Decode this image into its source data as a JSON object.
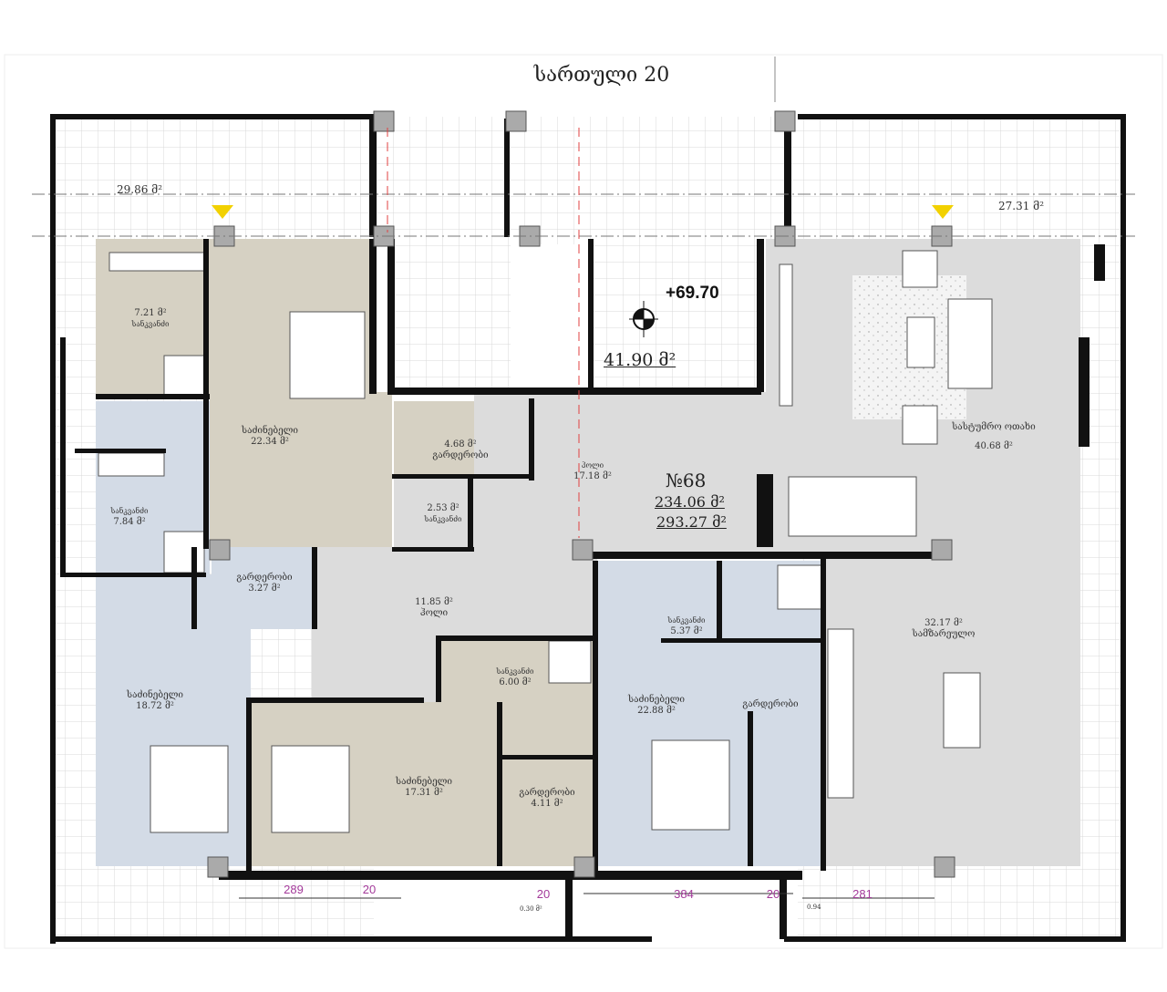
{
  "title": "სართული 20",
  "unit": "მ²",
  "apartment": {
    "number": "№68",
    "area_net": "234.06 მ²",
    "area_total": "293.27 მ²"
  },
  "void": {
    "elevation": "+69.70",
    "area": "41.90 მ²"
  },
  "terraces": {
    "left": "29.86 მ²",
    "right": "27.31 მ²"
  },
  "rooms": [
    {
      "name": "სანკვანძი",
      "area": "7.21 მ²"
    },
    {
      "name": "საძინებელი",
      "area": "22.34 მ²"
    },
    {
      "name": "გარდერობი",
      "area": "4.68 მ²"
    },
    {
      "name": "სანკვანძი",
      "area": "2.53 მ²"
    },
    {
      "name": "სანკვანძი",
      "area": "7.84 მ²"
    },
    {
      "name": "გარდერობი",
      "area": "3.27 მ²"
    },
    {
      "name": "ჰოლი",
      "area": "11.85 მ²"
    },
    {
      "name": "ჰოლი",
      "area": "17.18 მ²"
    },
    {
      "name": "სასტუმრო ოთახი",
      "area": "40.68 მ²"
    },
    {
      "name": "სანკვანძი",
      "area": "5.37 მ²"
    },
    {
      "name": "სამზარეულო",
      "area": "32.17 მ²"
    },
    {
      "name": "საძინებელი",
      "area": "18.72 მ²"
    },
    {
      "name": "სანკვანძი",
      "area": "6.00 მ²"
    },
    {
      "name": "საძინებელი",
      "area": "17.31 მ²"
    },
    {
      "name": "გარდერობი",
      "area": "4.11 მ²"
    },
    {
      "name": "საძინებელი",
      "area": "22.88 მ²"
    },
    {
      "name": "გარდერობი",
      "area": ""
    }
  ],
  "dimensions": [
    "289",
    "20",
    "20",
    "384",
    "20",
    "281"
  ],
  "small_labels": [
    "0.30 მ²",
    "0.94"
  ],
  "colors": {
    "tan": "#d6d1c3",
    "blue": "#d3dbe6",
    "grey": "#dcdcdc",
    "wall": "#111111",
    "dimension": "#a33a9a",
    "marker": "#f2d100"
  }
}
